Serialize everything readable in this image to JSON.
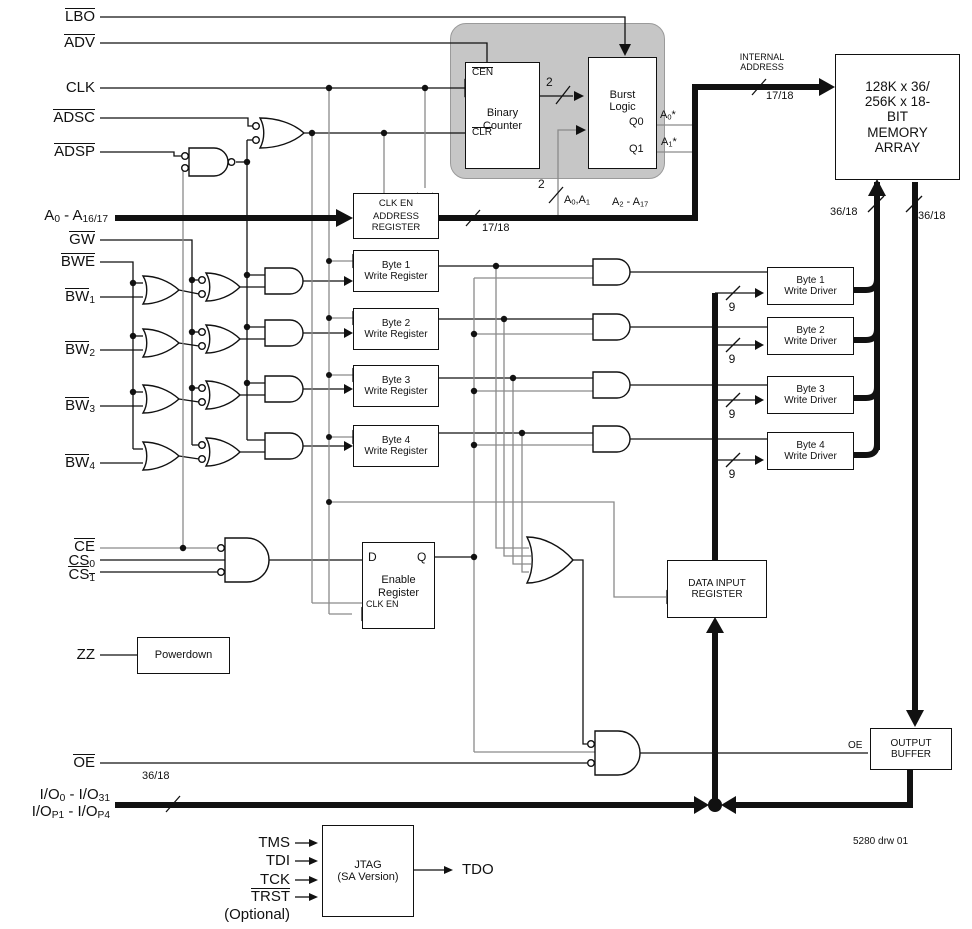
{
  "diagram": {
    "drawing_number": "5280 drw 01",
    "signals": {
      "lbo": [
        {
          "t": "LBO",
          "o": 1
        }
      ],
      "adv": [
        {
          "t": "ADV",
          "o": 1
        }
      ],
      "clk": [
        {
          "t": "CLK"
        }
      ],
      "adsc": [
        {
          "t": "ADSC",
          "o": 1
        }
      ],
      "adsp": [
        {
          "t": "ADSP",
          "o": 1
        }
      ],
      "addr": [
        {
          "t": "A"
        },
        {
          "t": "0",
          "s": 1
        },
        {
          "t": " - A"
        },
        {
          "t": "16/17",
          "s": 1
        }
      ],
      "gw": [
        {
          "t": "GW",
          "o": 1
        }
      ],
      "bwe": [
        {
          "t": "BWE",
          "o": 1
        }
      ],
      "bw1": [
        {
          "t": "BW",
          "o": 1
        },
        {
          "t": "1",
          "s": 1
        }
      ],
      "bw2": [
        {
          "t": "BW",
          "o": 1
        },
        {
          "t": "2",
          "s": 1
        }
      ],
      "bw3": [
        {
          "t": "BW",
          "o": 1
        },
        {
          "t": "3",
          "s": 1
        }
      ],
      "bw4": [
        {
          "t": "BW",
          "o": 1
        },
        {
          "t": "4",
          "s": 1
        }
      ],
      "ce": [
        {
          "t": "CE",
          "o": 1
        }
      ],
      "cs0": [
        {
          "t": "CS"
        },
        {
          "t": "0",
          "s": 1
        }
      ],
      "cs1": [
        {
          "t": "CS",
          "o": 1
        },
        {
          "t": "1",
          "o": 1,
          "s": 1
        }
      ],
      "zz": [
        {
          "t": "ZZ"
        }
      ],
      "oe": [
        {
          "t": "OE",
          "o": 1
        }
      ],
      "io_line1": [
        {
          "t": "I/O"
        },
        {
          "t": "0",
          "s": 1
        },
        {
          "t": " - I/O"
        },
        {
          "t": "31",
          "s": 1
        }
      ],
      "io_line2": [
        {
          "t": "I/O"
        },
        {
          "t": "P1",
          "s": 1
        },
        {
          "t": " - I/O"
        },
        {
          "t": "P4",
          "s": 1
        }
      ],
      "tms": [
        {
          "t": "TMS"
        }
      ],
      "tdi": [
        {
          "t": "TDI"
        }
      ],
      "tck": [
        {
          "t": "TCK"
        }
      ],
      "trst": [
        {
          "t": "TRST",
          "o": 1
        }
      ],
      "optional": "(Optional)",
      "tdo": "TDO"
    },
    "bus_labels": {
      "internal_address_1": "INTERNAL",
      "internal_address_2": "ADDRESS",
      "addr_width": "17/18",
      "burst_width": "2",
      "a0a1": [
        {
          "t": "A"
        },
        {
          "t": "0",
          "s": 1
        },
        {
          "t": ",A"
        },
        {
          "t": "1",
          "s": 1
        }
      ],
      "a2a17": [
        {
          "t": "A"
        },
        {
          "t": "2",
          "s": 1
        },
        {
          "t": " - A"
        },
        {
          "t": "17",
          "s": 1
        }
      ],
      "a0star": [
        {
          "t": "A"
        },
        {
          "t": "0",
          "s": 1
        },
        {
          "t": "*"
        }
      ],
      "a1star": [
        {
          "t": "A"
        },
        {
          "t": "1",
          "s": 1
        },
        {
          "t": "*"
        }
      ],
      "data_width": "36/18",
      "byte_width": "9"
    },
    "blocks": {
      "binary_counter": {
        "cen": [
          {
            "t": "CEN",
            "o": 1
          }
        ],
        "clr": [
          {
            "t": "CLR",
            "o": 1
          }
        ],
        "l1": "Binary",
        "l2": "Counter"
      },
      "burst_logic": {
        "l1": "Burst",
        "l2": "Logic",
        "q0": "Q0",
        "q1": "Q1"
      },
      "memory_array": {
        "l1": "128K x 36/",
        "l2": "256K x 18-",
        "l3": "BIT",
        "l4": "MEMORY",
        "l5": "ARRAY"
      },
      "address_register": {
        "l1": "CLK EN",
        "l2": "ADDRESS",
        "l3": "REGISTER"
      },
      "write_registers": [
        {
          "l1": "Byte 1",
          "l2": "Write Register"
        },
        {
          "l1": "Byte 2",
          "l2": "Write Register"
        },
        {
          "l1": "Byte 3",
          "l2": "Write Register"
        },
        {
          "l1": "Byte 4",
          "l2": "Write Register"
        }
      ],
      "write_drivers": [
        {
          "l1": "Byte 1",
          "l2": "Write Driver"
        },
        {
          "l1": "Byte 2",
          "l2": "Write Driver"
        },
        {
          "l1": "Byte 3",
          "l2": "Write Driver"
        },
        {
          "l1": "Byte 4",
          "l2": "Write Driver"
        }
      ],
      "enable_register": {
        "d": "D",
        "q": "Q",
        "l1": "Enable",
        "l2": "Register",
        "clken": "CLK EN"
      },
      "powerdown": "Powerdown",
      "data_input_register": {
        "l1": "DATA INPUT",
        "l2": "REGISTER"
      },
      "output_buffer": {
        "l1": "OUTPUT",
        "l2": "BUFFER",
        "oe": "OE"
      },
      "jtag": {
        "l1": "JTAG",
        "l2": "(SA Version)"
      }
    }
  }
}
